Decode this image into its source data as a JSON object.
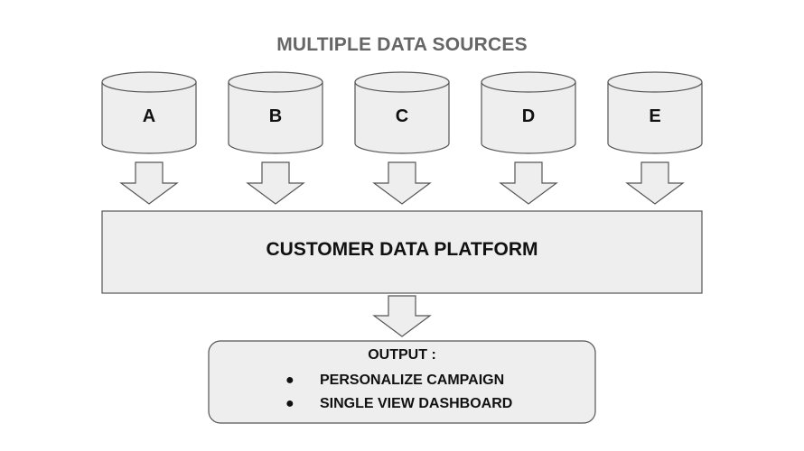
{
  "title": "MULTIPLE DATA SOURCES",
  "sources": [
    {
      "label": "A"
    },
    {
      "label": "B"
    },
    {
      "label": "C"
    },
    {
      "label": "D"
    },
    {
      "label": "E"
    }
  ],
  "platform": {
    "label": "CUSTOMER DATA PLATFORM"
  },
  "output": {
    "title": "OUTPUT :",
    "bullet": "●",
    "items": [
      "PERSONALIZE CAMPAIGN",
      "SINGLE VIEW DASHBOARD"
    ]
  },
  "colors": {
    "fill": "#eeeeee",
    "stroke": "#555555",
    "title": "#666666",
    "text": "#111111"
  }
}
